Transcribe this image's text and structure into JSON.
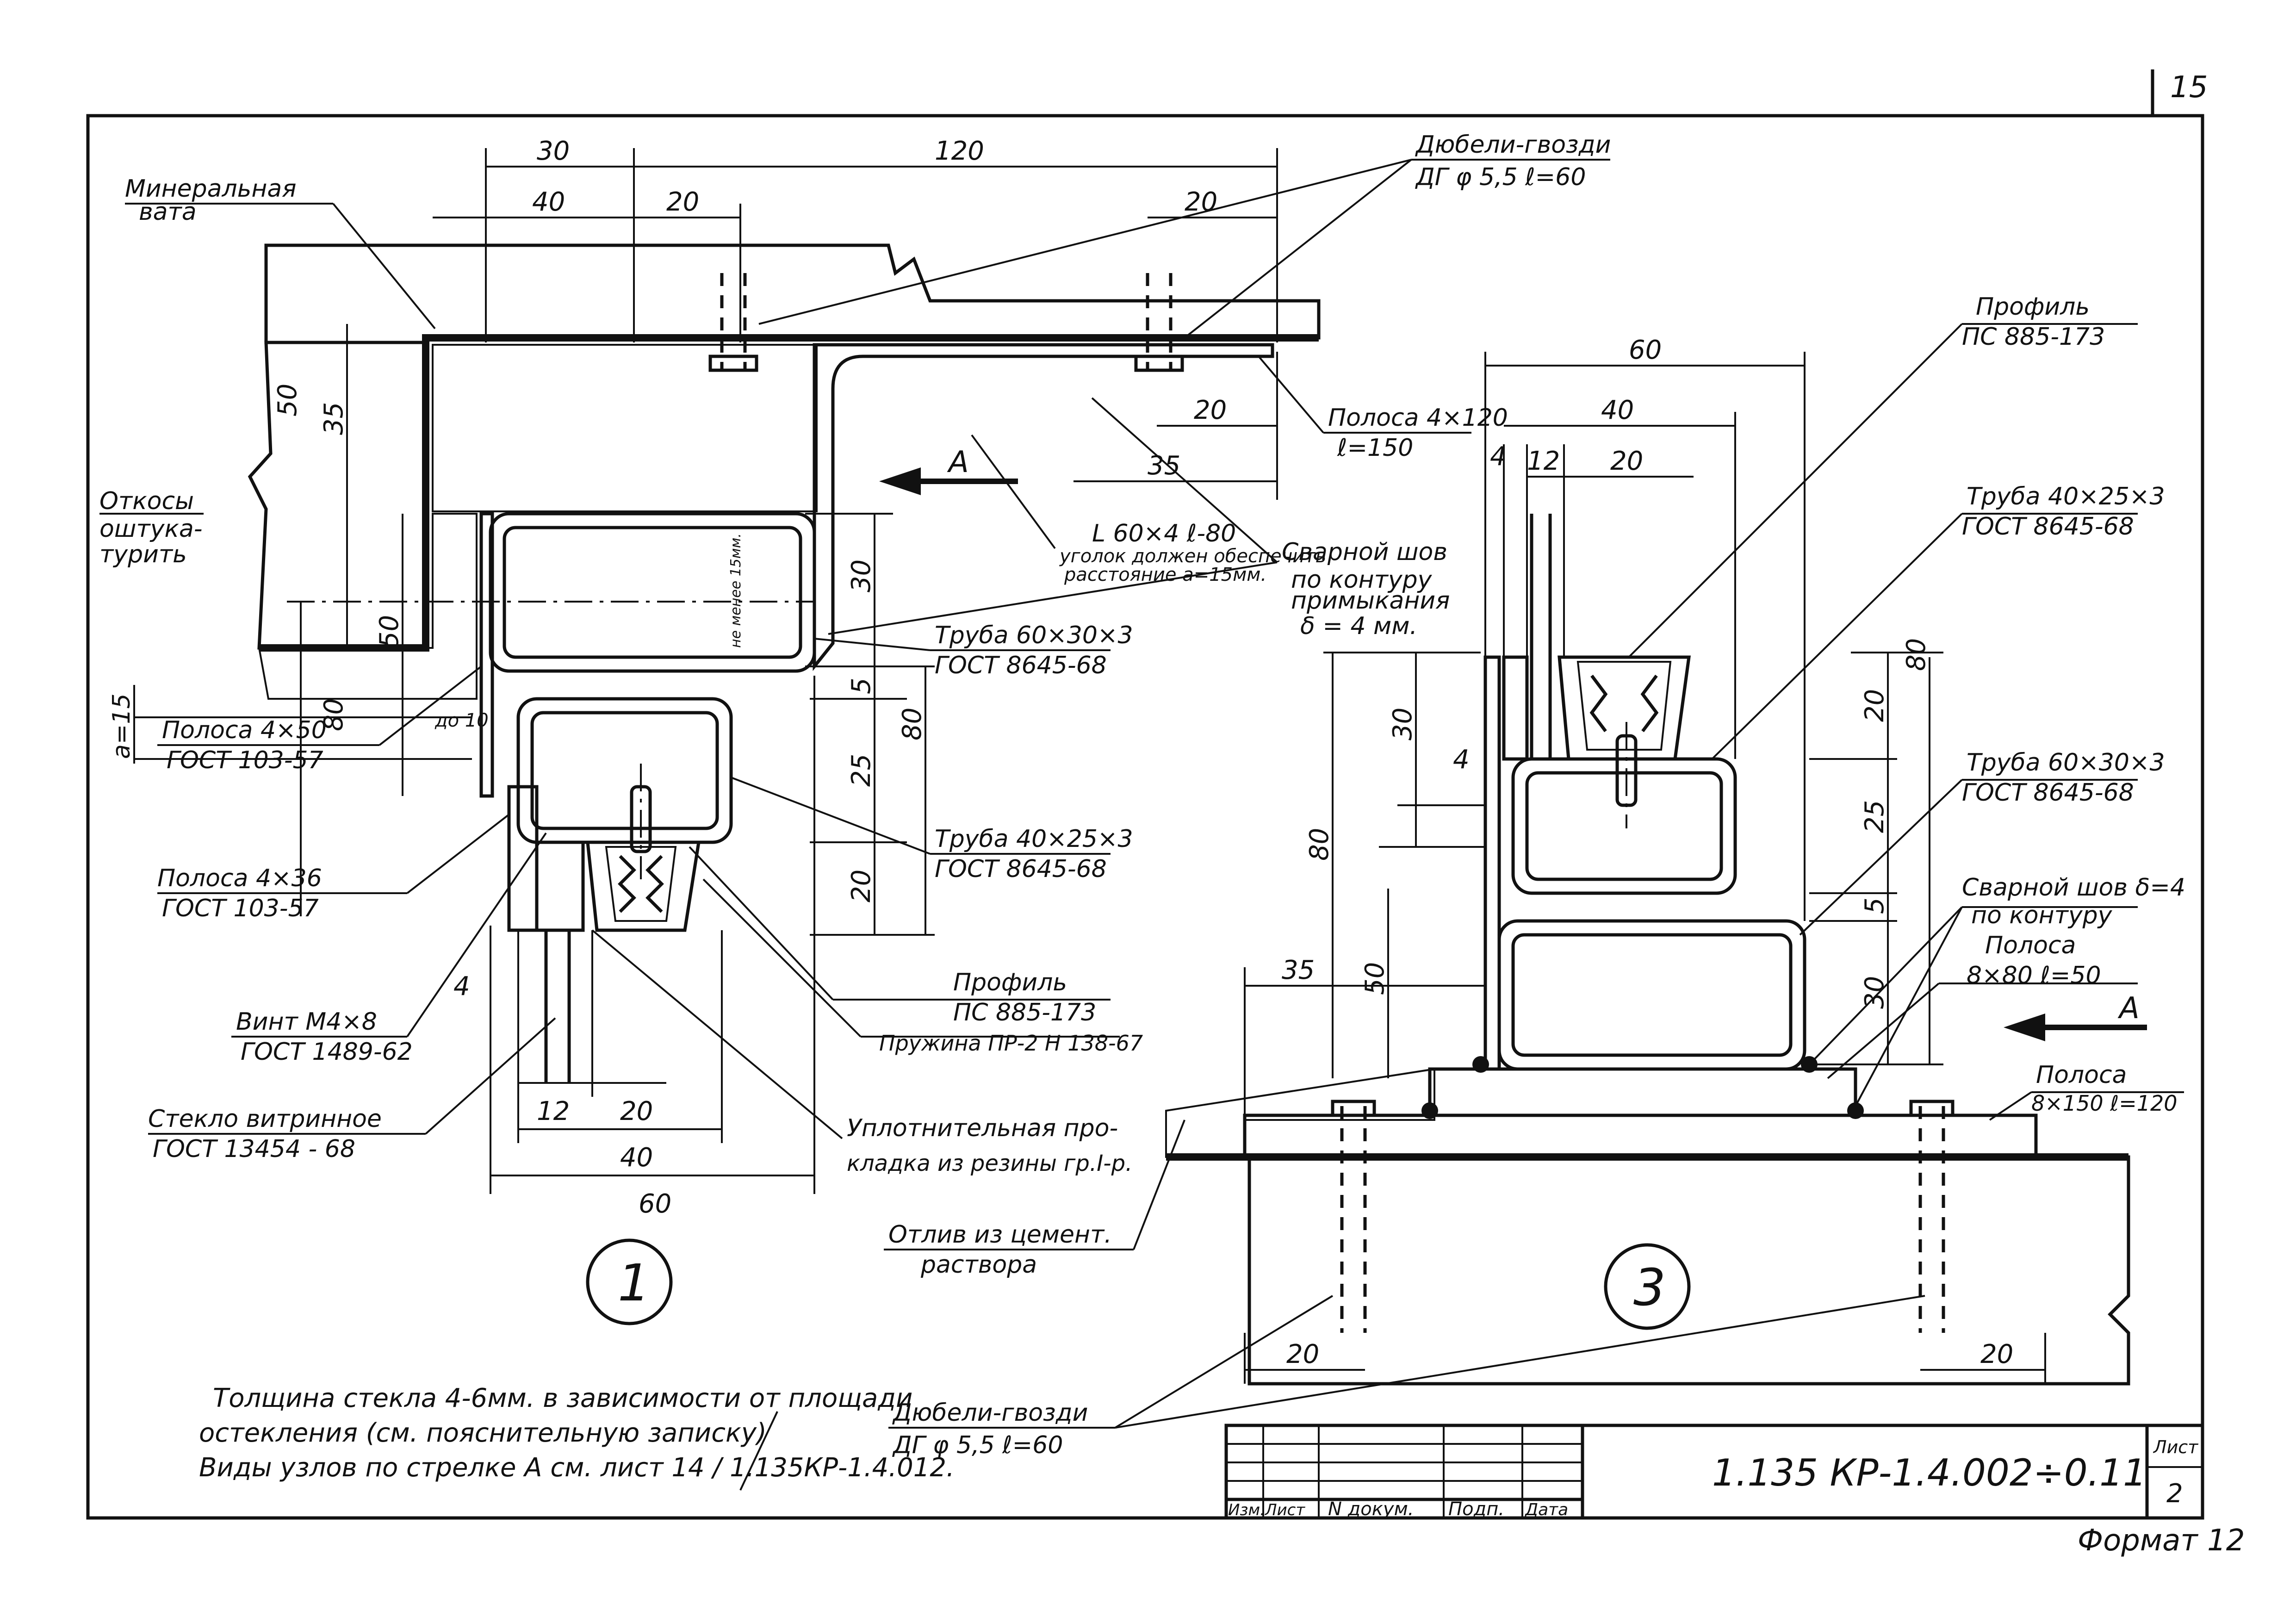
{
  "sheet": {
    "page_number": "15",
    "format": "Формат 12"
  },
  "title_block": {
    "code": "1.135 КР-1.4.002÷0.11",
    "sheet_label": "Лист",
    "sheet_number": "2",
    "columns": [
      "Изм.",
      "Лист",
      "N докум.",
      "Подп.",
      "Дата"
    ]
  },
  "nodes": {
    "node1": "1",
    "node3": "3"
  },
  "labels": {
    "mineral_wool_1": "Минеральная",
    "mineral_wool_2": "вата",
    "dowels_top_1": "Дюбели-гвозди",
    "dowels_top_2": "ДГ φ 5,5  ℓ=60",
    "slopes_1": "Откосы",
    "slopes_2": "оштука-",
    "slopes_3": "турить",
    "strip_4x120_1": "Полоса 4×120",
    "strip_4x120_2": "ℓ=150",
    "angle_1": "L 60×4 ℓ-80",
    "angle_2": "уголок должен обеспечить",
    "angle_3": "расстояние а=15мм.",
    "weld_1_1": "Сварной шов",
    "weld_1_2": "по контуру",
    "weld_1_3": "примыкания",
    "weld_1_4": "δ = 4 мм.",
    "pipe60_1a": "Труба 60×30×3",
    "pipe60_1b": "ГОСТ 8645-68",
    "strip_4x50_1": "Полоса 4×50",
    "strip_4x50_2": "ГОСТ 103-57",
    "pipe40_1a": "Труба 40×25×3",
    "pipe40_1b": "ГОСТ 8645-68",
    "strip_4x36_1": "Полоса 4×36",
    "strip_4x36_2": "ГОСТ 103-57",
    "profile_1a": "Профиль",
    "profile_1b": "ПС 885-173",
    "spring": "Пружина ПР-2 Н 138-67",
    "screw_1": "Винт М4×8",
    "screw_2": "ГОСТ 1489-62",
    "glass_1": "Стекло витринное",
    "glass_2": "ГОСТ  13454 - 68",
    "gasket_1": "Уплотнительная про-",
    "gasket_2": "кладка из резины гр.I-р.",
    "drip_1": "Отлив из цемент.",
    "drip_2": "раствора",
    "profile_3a": "Профиль",
    "profile_3b": "ПС 885-173",
    "pipe40_3a": "Труба 40×25×3",
    "pipe40_3b": "ГОСТ 8645-68",
    "pipe60_3a": "Труба 60×30×3",
    "pipe60_3b": "ГОСТ 8645-68",
    "weld_3_1": "Сварной шов δ=4",
    "weld_3_2": "по контуру",
    "strip_8x80_1": "Полоса",
    "strip_8x80_2": "8×80  ℓ=50",
    "strip_8x150_1": "Полоса",
    "strip_8x150_2": "8×150 ℓ=120",
    "arrow_a": "А",
    "dowels_bottom_1": "Дюбели-гвозди",
    "dowels_bottom_2": "ДГ φ 5,5  ℓ=60",
    "min_15mm": "не менее 15мм.",
    "a15": "а=15",
    "do10": "до 10"
  },
  "notes": {
    "line1": "Толщина стекла 4-6мм. в зависимости от площади",
    "line2": "остекления (см. пояснительную записку)",
    "line3": "Виды узлов по стрелке А см. лист 14 / 1.135КР-1.4.012."
  },
  "dims": {
    "d30": "30",
    "d120": "120",
    "d40": "40",
    "d20": "20",
    "d35": "35",
    "d50": "50",
    "d80": "80",
    "d25": "25",
    "d5": "5",
    "d4": "4",
    "d12": "12",
    "d60": "60"
  }
}
